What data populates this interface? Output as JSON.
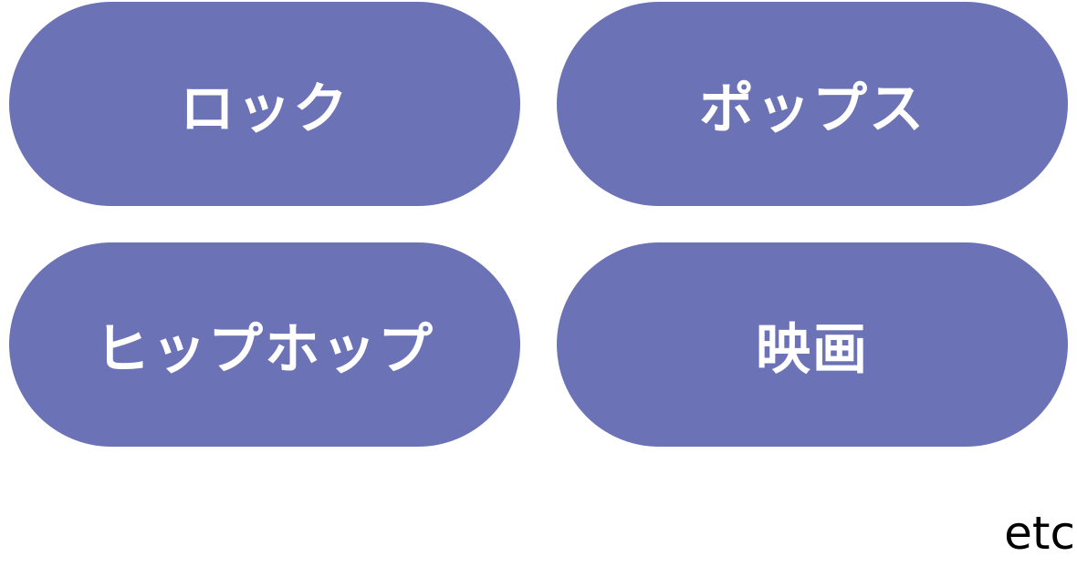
{
  "genres": [
    {
      "label": "ロック"
    },
    {
      "label": "ポップス"
    },
    {
      "label": "ヒップホップ"
    },
    {
      "label": "映画"
    }
  ],
  "footer": {
    "etc_label": "etc"
  },
  "colors": {
    "pill_background": "#6B72B5",
    "pill_text": "#FFFFFF"
  }
}
